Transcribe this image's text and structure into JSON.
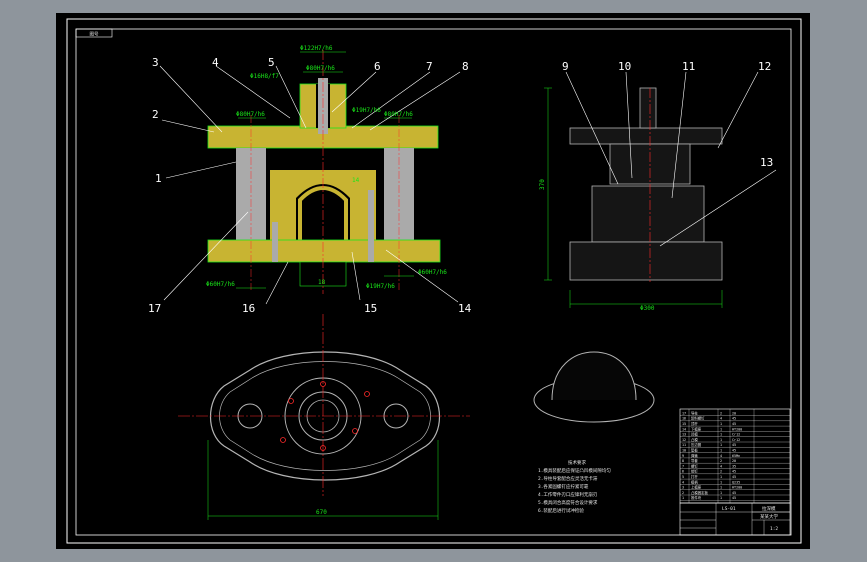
{
  "colors": {
    "viewport": "#8e959c",
    "sheet": "#000000",
    "frame": "#ffffff",
    "outline": "#19e619",
    "hatch": "#c8b432",
    "centerline": "#ff2a2a",
    "leader": "#ffffff",
    "table": "#ffffff",
    "section": "#b4b4b4",
    "tool": "#aaaaaa"
  },
  "frame": {
    "tag": "图号"
  },
  "callouts": {
    "c1": "1",
    "c2": "2",
    "c3": "3",
    "c4": "4",
    "c5": "5",
    "c6": "6",
    "c7": "7",
    "c8": "8",
    "c9": "9",
    "c10": "10",
    "c11": "11",
    "c12": "12",
    "c13": "13",
    "c14": "14",
    "c15": "15",
    "c16": "16",
    "c17": "17"
  },
  "dimensions": {
    "top_fit": "Φ122H7/h6",
    "punch_fit": "Φ80H7/h6",
    "left_guide_fit": "Φ80H7/h6",
    "right_guide_fit": "Φ80H7/h6",
    "pin_fit_left": "Φ16H8/f7",
    "pin_fit_right": "Φ19H7/h6",
    "bottom_left_fit": "Φ60H7/h6",
    "bottom_right_fit": "Φ60H7/h6",
    "bottom_mid_fit": "Φ19H7/h6",
    "ejector_dia": "18",
    "center_mark": "14",
    "side_height": "370",
    "side_width": "Φ300",
    "plan_width": "670"
  },
  "notes": {
    "heading": "技术要求",
    "lines": [
      "1.模具装配后应保证凸凹模间隙均匀",
      "2.导柱导套配合应灵活无卡滞",
      "3.各紧固螺钉应拧紧可靠",
      "4.工作零件刃口应锋利无崩刃",
      "5.模具闭合高度符合设计要求",
      "6.装配后进行试冲检验"
    ]
  },
  "title_block": {
    "school": "某某大学",
    "drawing_title": "拉深模",
    "drawing_no": "LS-01",
    "scale": "1:2"
  },
  "bom": [
    [
      "17",
      "导柱",
      "2",
      "20"
    ],
    [
      "16",
      "卸料螺钉",
      "4",
      "45"
    ],
    [
      "15",
      "顶杆",
      "1",
      "45"
    ],
    [
      "14",
      "下模座",
      "1",
      "HT200"
    ],
    [
      "13",
      "凹模",
      "1",
      "Cr12"
    ],
    [
      "12",
      "凸模",
      "1",
      "Cr12"
    ],
    [
      "11",
      "压边圈",
      "1",
      "45"
    ],
    [
      "10",
      "垫板",
      "1",
      "45"
    ],
    [
      "9",
      "弹簧",
      "4",
      "65Mn"
    ],
    [
      "8",
      "导套",
      "2",
      "20"
    ],
    [
      "7",
      "螺钉",
      "4",
      "35"
    ],
    [
      "6",
      "销钉",
      "2",
      "45"
    ],
    [
      "5",
      "打杆",
      "1",
      "45"
    ],
    [
      "4",
      "模柄",
      "1",
      "Q235"
    ],
    [
      "3",
      "上模座",
      "1",
      "HT200"
    ],
    [
      "2",
      "凸模固定板",
      "1",
      "45"
    ],
    [
      "1",
      "推件块",
      "1",
      "45"
    ]
  ]
}
